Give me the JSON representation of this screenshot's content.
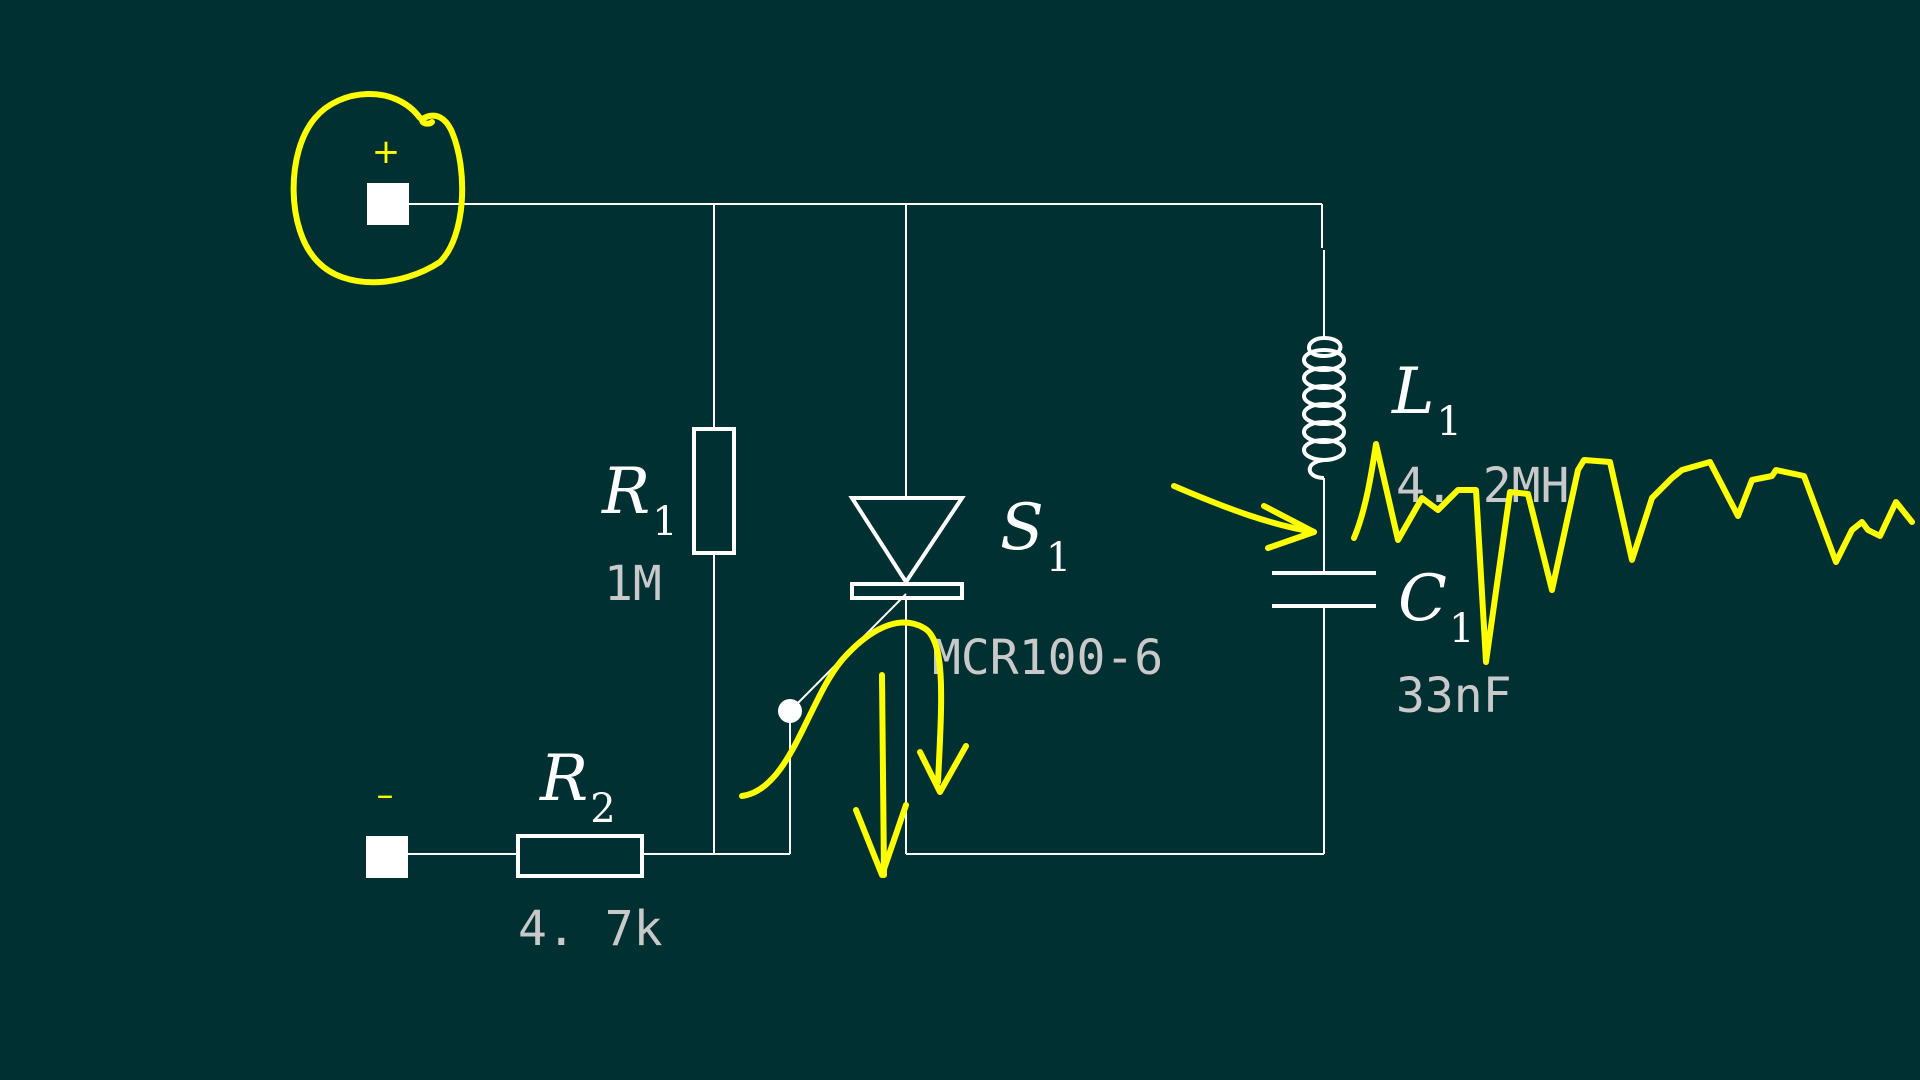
{
  "colors": {
    "background": "#013033",
    "wire": "#ffffff",
    "value_text": "#c9c9c9",
    "annotation": "#ffff00"
  },
  "terminals": {
    "positive_sign": "+",
    "negative_sign": "–"
  },
  "components": {
    "r1": {
      "letter": "R",
      "subscript": "1",
      "value": "1M"
    },
    "r2": {
      "letter": "R",
      "subscript": "2",
      "value": "4. 7k"
    },
    "s1": {
      "letter": "S",
      "subscript": "1",
      "value": "MCR100-6"
    },
    "l1": {
      "letter": "L",
      "subscript": "1",
      "value": "4. 2MH"
    },
    "c1": {
      "letter": "C",
      "subscript": "1",
      "value": "33nF"
    }
  }
}
